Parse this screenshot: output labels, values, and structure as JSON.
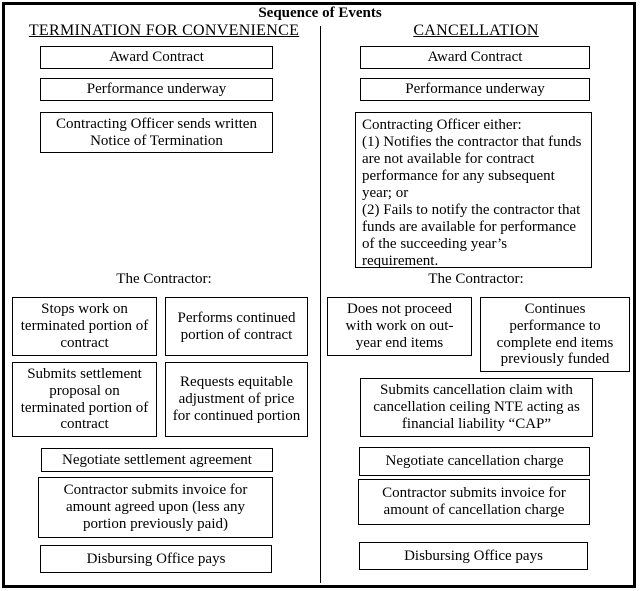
{
  "title": "Sequence of Events",
  "columns": {
    "left": {
      "header": "TERMINATION FOR CONVENIENCE",
      "award": "Award Contract",
      "performance": "Performance underway",
      "officer_action": "Contracting Officer sends written Notice of Termination",
      "contractor_label": "The Contractor:",
      "action_left": "Stops work on terminated portion of contract",
      "action_right": "Performs continued portion of contract",
      "followup_left": "Submits settlement proposal on terminated portion of contract",
      "followup_right": "Requests equitable adjustment of price for continued portion",
      "negotiate": "Negotiate settlement agreement",
      "invoice": "Contractor submits invoice for amount agreed upon (less any portion previously paid)",
      "disburse": "Disbursing Office pays"
    },
    "right": {
      "header": "CANCELLATION",
      "award": "Award Contract",
      "performance": "Performance underway",
      "officer_action_intro": "Contracting Officer either:",
      "officer_action_option1": "(1) Notifies the contractor that funds are not available for contract performance for any subsequent year; or",
      "officer_action_option2": "(2) Fails to notify the contractor that funds are available for performance of the succeeding year’s requirement.",
      "contractor_label": "The Contractor:",
      "action_left": "Does not proceed with work on out-year end items",
      "action_right": "Continues performance to complete end items previously funded",
      "claim": "Submits cancellation claim with cancellation ceiling NTE acting as financial liability “CAP”",
      "negotiate": "Negotiate cancellation charge",
      "invoice": "Contractor submits invoice for amount of cancellation charge",
      "disburse": "Disbursing Office pays"
    }
  }
}
